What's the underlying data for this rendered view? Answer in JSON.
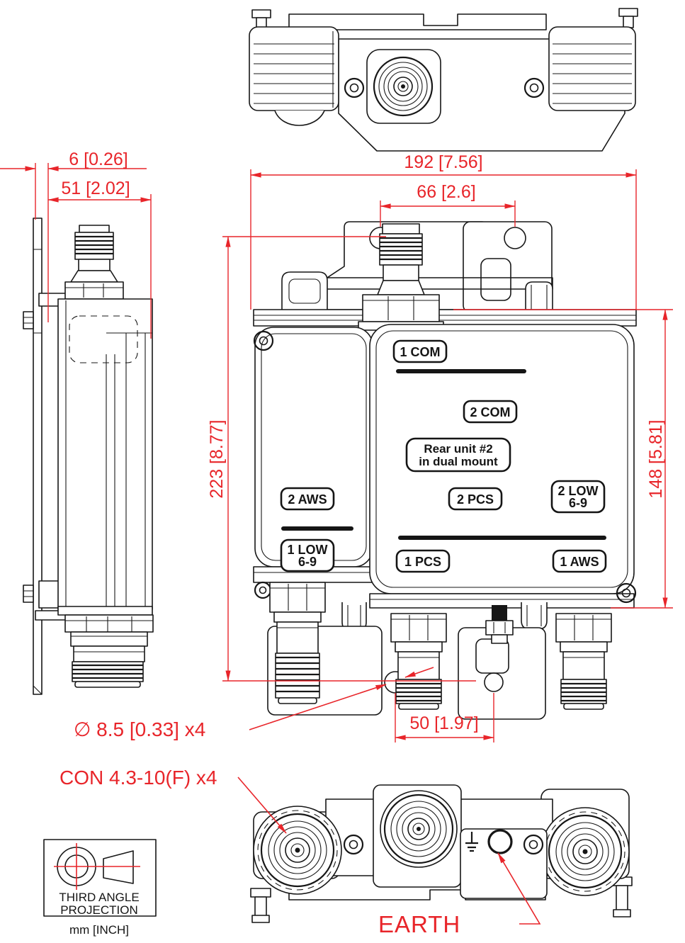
{
  "meta": {
    "dimension_color": "#e8252a",
    "line_color": "#171717"
  },
  "dims": {
    "plate": "6 [0.26]",
    "depth": "51 [2.02]",
    "width": "192 [7.56]",
    "top_holes": "66 [2.6]",
    "height": "223 [8.77]",
    "body": "148 [5.81]",
    "bottom_holes": "50 [1.97]"
  },
  "notes": {
    "hole": "∅ 8.5 [0.33]  x4",
    "connector": "CON 4.3-10(F) x4",
    "earth": "EARTH"
  },
  "labels": {
    "com1": "1 COM",
    "com2": "2 COM",
    "note1": "Rear unit #2",
    "note2": "in dual mount",
    "aws2": "2 AWS",
    "pcs2": "2 PCS",
    "low2a": "2 LOW",
    "low2b": "6-9",
    "low1a": "1 LOW",
    "low1b": "6-9",
    "pcs1": "1 PCS",
    "aws1": "1 AWS"
  },
  "block": {
    "ta1": "THIRD ANGLE",
    "ta2": "PROJECTION",
    "units": "mm [INCH]"
  }
}
